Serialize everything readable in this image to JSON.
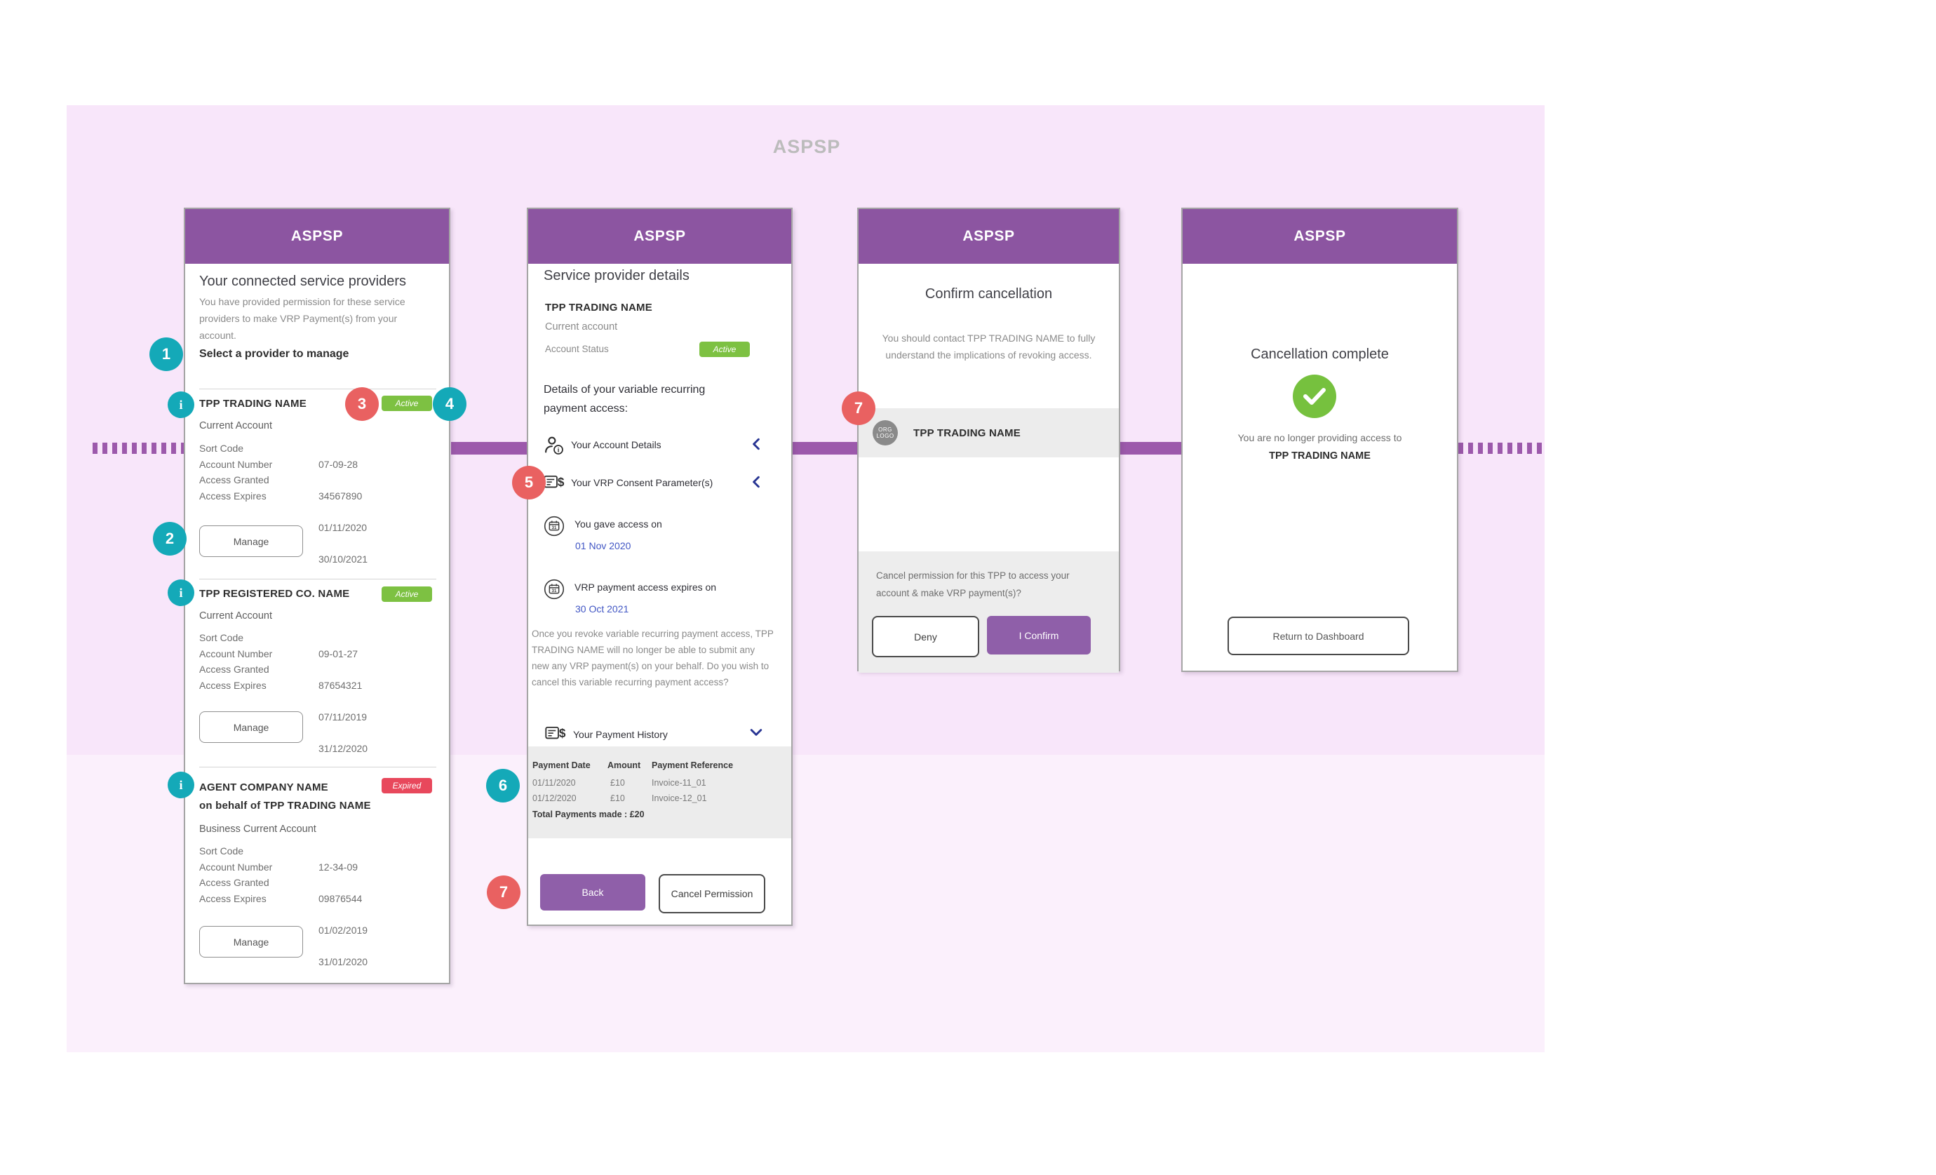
{
  "watermark": "ASPSP",
  "colors": {
    "header_purple": "#8c55a1",
    "button_purple": "#8f5fa9",
    "connector_purple": "#9c59ab",
    "annotation_teal": "#14a9b8",
    "annotation_red": "#e96161",
    "status_green": "#7dc142",
    "status_red": "#e8485c",
    "link_blue": "#4156c4",
    "background_pink": "#f8e6fa"
  },
  "ann": {
    "n1": "1",
    "n2": "2",
    "n3": "3",
    "n4": "4",
    "n5": "5",
    "n6": "6",
    "n7a": "7",
    "n7b": "7",
    "i": "i"
  },
  "s1": {
    "header": "ASPSP",
    "title": "Your connected service providers",
    "intro": "You have provided permission for these service providers to make VRP Payment(s) from your account.",
    "select": "Select a provider to manage",
    "manage": "Manage",
    "p1": {
      "name": "TPP TRADING NAME",
      "status": "Active",
      "account": "Current Account",
      "k1": "Sort Code",
      "v1": "07-09-28",
      "k2": "Account Number",
      "v2": "34567890",
      "k3": "Access Granted",
      "v3": "01/11/2020",
      "k4": "Access Expires",
      "v4": "30/10/2021"
    },
    "p2": {
      "name": "TPP REGISTERED CO. NAME",
      "status": "Active",
      "account": "Current Account",
      "k1": "Sort Code",
      "v1": "09-01-27",
      "k2": "Account Number",
      "v2": "87654321",
      "k3": "Access Granted",
      "v3": "07/11/2019",
      "k4": "Access Expires",
      "v4": "31/12/2020"
    },
    "p3": {
      "name": "AGENT COMPANY NAME",
      "name2": "on behalf of TPP TRADING NAME",
      "status": "Expired",
      "account": "Business Current Account",
      "k1": "Sort Code",
      "v1": "12-34-09",
      "k2": "Account Number",
      "v2": "09876544",
      "k3": "Access Granted",
      "v3": "01/02/2019",
      "k4": "Access Expires",
      "v4": "31/01/2020"
    }
  },
  "s2": {
    "header": "ASPSP",
    "title": "Service provider details",
    "tpp": "TPP TRADING NAME",
    "account": "Current account",
    "status_label": "Account Status",
    "status_value": "Active",
    "details_heading": "Details of your variable recurring payment access:",
    "row_account": "Your Account Details",
    "row_consent": "Your VRP Consent Parameter(s)",
    "gave_label": "You gave access on",
    "gave_date": "01 Nov 2020",
    "expires_label": "VRP payment access expires on",
    "expires_date": "30 Oct 2021",
    "revoke_text": "Once you revoke variable recurring payment access, TPP TRADING NAME will no longer be able to submit any new any VRP payment(s) on your behalf. Do you wish to cancel this variable recurring payment access?",
    "history_label": "Your Payment History",
    "table": {
      "h1": "Payment Date",
      "h2": "Amount",
      "h3": "Payment Reference",
      "r1": [
        "01/11/2020",
        "£10",
        "Invoice-11_01"
      ],
      "r2": [
        "01/12/2020",
        "£10",
        "Invoice-12_01"
      ],
      "total": "Total Payments made : £20"
    },
    "back": "Back",
    "cancel": "Cancel Permission"
  },
  "s3": {
    "header": "ASPSP",
    "title": "Confirm cancellation",
    "body": "You should contact TPP TRADING NAME to fully understand the implications of revoking access.",
    "logo": "ORG LOGO",
    "tpp": "TPP TRADING NAME",
    "question": "Cancel permission for this TPP to access your account & make VRP payment(s)?",
    "deny": "Deny",
    "confirm": "I Confirm"
  },
  "s4": {
    "header": "ASPSP",
    "title": "Cancellation complete",
    "line1": "You are no longer providing access to",
    "line2": "TPP TRADING NAME",
    "button": "Return to Dashboard"
  }
}
